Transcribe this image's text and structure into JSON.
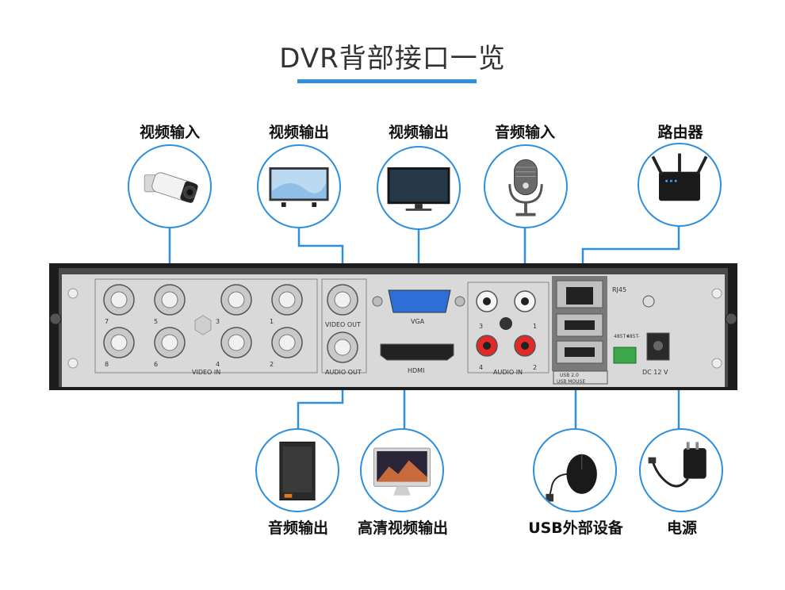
{
  "title": "DVR背部接口一览",
  "top_labels": [
    "视频输入",
    "视频输出",
    "视频输出",
    "音频输入",
    "路由器"
  ],
  "bottom_labels": [
    "音频输出",
    "高清视频输出",
    "USB外部设备",
    "电源"
  ],
  "panel": {
    "bnc_numbers": [
      "7",
      "5",
      "3",
      "1",
      "8",
      "6",
      "4",
      "2"
    ],
    "video_in": "VIDEO IN",
    "video_out": "VIDEO OUT",
    "audio_out": "AUDIO OUT",
    "vga": "VGA",
    "hdmi": "HDMI",
    "audio_in_numbers": [
      "3",
      "1",
      "4",
      "2"
    ],
    "audio_in": "AUDIO IN",
    "rj45": "RJ45",
    "usb_top": "USB 2.0",
    "usb_bottom": "USB MOUSE",
    "rs485_a": "485T+",
    "rs485_b": "485T-",
    "dc": "DC 12 V"
  },
  "colors": {
    "accent": "#2f8fdc"
  }
}
